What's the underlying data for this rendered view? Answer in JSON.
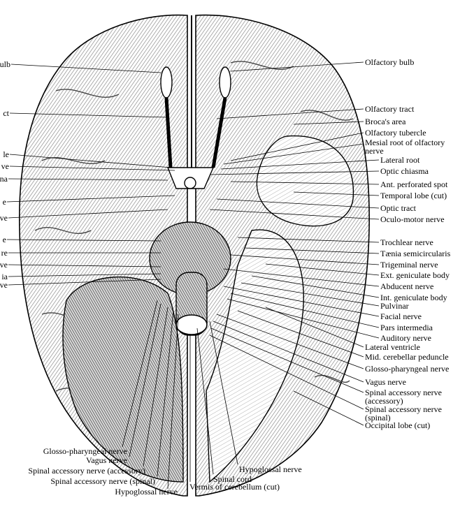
{
  "labels_right": [
    "Olfactory bulb",
    "Olfactory tract",
    "Broca's area",
    "Olfactory tubercle",
    "Mesial root of olfactory",
    "nerve",
    "Lateral root",
    "Optic chiasma",
    "Ant. perforated spot",
    "Temporal lobe (cut)",
    "Optic tract",
    "Oculo-motor nerve",
    "Trochlear nerve",
    "Tænia semicircularis",
    "Trigeminal nerve",
    "Ext. geniculate body",
    "Abducent nerve",
    "Int. geniculate body",
    "Pulvinar",
    "Facial nerve",
    "Pars intermedia",
    "Auditory nerve",
    "Lateral ventricle",
    "Mid. cerebellar peduncle",
    "Glosso-pharyngeal nerve",
    "Vagus nerve",
    "Spinal accessory nerve",
    "(accessory)",
    "Spinal accessory nerve",
    "(spinal)",
    "Occipital lobe (cut)"
  ],
  "labels_left": [
    "ulb",
    "ct",
    "le",
    "ve",
    "na",
    "e",
    "ve",
    "e",
    "re",
    "ve",
    "ia",
    "ve"
  ],
  "labels_bottom": [
    "Glosso-pharyngeal nerve",
    "Vagus nerve",
    "Spinal accessory nerve (accessory)",
    "Spinal accessory nerve (spinal)",
    "Hypoglossal nerve",
    "Hypoglossal nerve",
    "Spinal cord",
    "Vermis of cerebellum (cut)"
  ]
}
